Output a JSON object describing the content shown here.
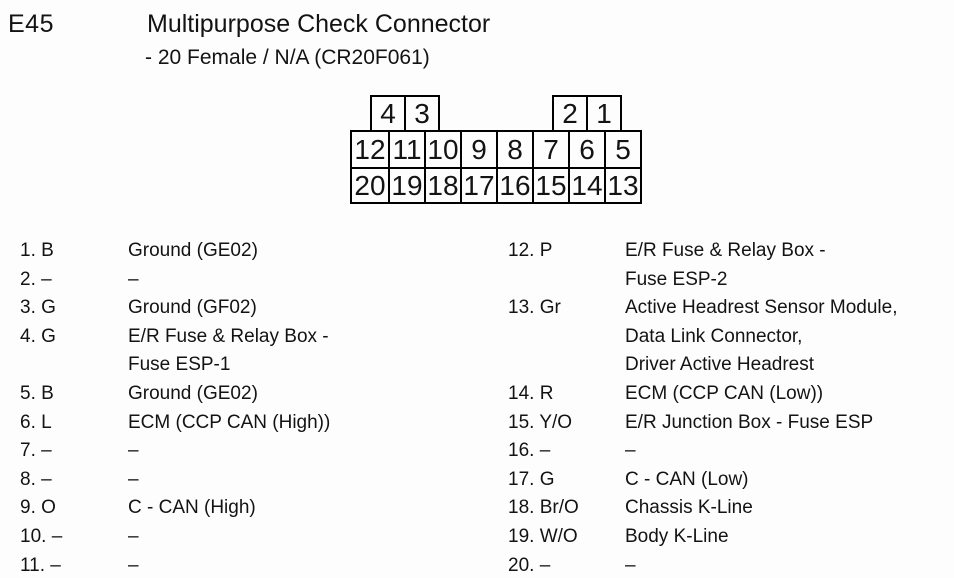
{
  "header": {
    "connector_id": "E45",
    "title": "Multipurpose Check Connector",
    "subtitle": "- 20 Female / N/A (CR20F061)"
  },
  "connector": {
    "top_left_pins": [
      "4",
      "3"
    ],
    "top_right_pins": [
      "2",
      "1"
    ],
    "middle_row_pins": [
      "12",
      "11",
      "10",
      "9",
      "8",
      "7",
      "6",
      "5"
    ],
    "bottom_row_pins": [
      "20",
      "19",
      "18",
      "17",
      "16",
      "15",
      "14",
      "13"
    ]
  },
  "colors": {
    "background": "#fdfdfd",
    "line": "#000000",
    "text": "#131313"
  },
  "pin_table": {
    "left_column": [
      {
        "num": "1",
        "wire_color": "B",
        "description": [
          "Ground (GE02)"
        ]
      },
      {
        "num": "2",
        "wire_color": "–",
        "description": [
          "–"
        ]
      },
      {
        "num": "3",
        "wire_color": "G",
        "description": [
          "Ground (GF02)"
        ]
      },
      {
        "num": "4",
        "wire_color": "G",
        "description": [
          "E/R Fuse & Relay Box -",
          "Fuse ESP-1"
        ]
      },
      {
        "num": "5",
        "wire_color": "B",
        "description": [
          "Ground (GE02)"
        ]
      },
      {
        "num": "6",
        "wire_color": "L",
        "description": [
          "ECM (CCP CAN (High))"
        ]
      },
      {
        "num": "7",
        "wire_color": "–",
        "description": [
          "–"
        ]
      },
      {
        "num": "8",
        "wire_color": "–",
        "description": [
          "–"
        ]
      },
      {
        "num": "9",
        "wire_color": "O",
        "description": [
          "C - CAN (High)"
        ]
      },
      {
        "num": "10",
        "wire_color": "–",
        "description": [
          "–"
        ]
      },
      {
        "num": "11",
        "wire_color": "–",
        "description": [
          "–"
        ]
      }
    ],
    "right_column": [
      {
        "num": "12",
        "wire_color": "P",
        "description": [
          "E/R Fuse & Relay Box -",
          "Fuse ESP-2"
        ]
      },
      {
        "num": "13",
        "wire_color": "Gr",
        "description": [
          "Active Headrest Sensor Module,",
          "Data Link Connector,",
          "Driver Active Headrest"
        ]
      },
      {
        "num": "14",
        "wire_color": "R",
        "description": [
          "ECM (CCP CAN (Low))"
        ]
      },
      {
        "num": "15",
        "wire_color": "Y/O",
        "description": [
          "E/R Junction Box - Fuse ESP"
        ]
      },
      {
        "num": "16",
        "wire_color": "–",
        "description": [
          "–"
        ]
      },
      {
        "num": "17",
        "wire_color": "G",
        "description": [
          "C - CAN (Low)"
        ]
      },
      {
        "num": "18",
        "wire_color": "Br/O",
        "description": [
          "Chassis K-Line"
        ]
      },
      {
        "num": "19",
        "wire_color": "W/O",
        "description": [
          "Body K-Line"
        ]
      },
      {
        "num": "20",
        "wire_color": "–",
        "description": [
          "–"
        ]
      }
    ]
  }
}
